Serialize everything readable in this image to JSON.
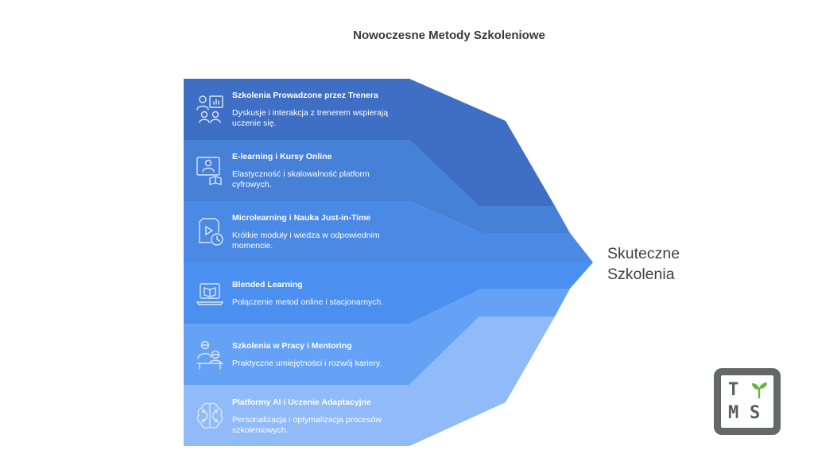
{
  "title": "Nowoczesne Metody Szkoleniowe",
  "outcome": {
    "line1": "Skuteczne",
    "line2": "Szkolenia"
  },
  "items": [
    {
      "title": "Szkolenia Prowadzone przez Trenera",
      "desc_line1": "Dyskusje i interakcja z trenerem wspierają",
      "desc_line2": "uczenie się.",
      "icon": "trainer-presentation-icon",
      "color": "#3e6fc4"
    },
    {
      "title": "E-learning i Kursy Online",
      "desc_line1": "Elastyczność i skalowalność platform",
      "desc_line2": "cyfrowych.",
      "icon": "online-course-icon",
      "color": "#4680d7"
    },
    {
      "title": "Microlearning i Nauka Just-in-Time",
      "desc_line1": "Krótkie moduły i wiedza w odpowiednim",
      "desc_line2": "momencie.",
      "icon": "video-clock-icon",
      "color": "#4a89e4"
    },
    {
      "title": "Blended Learning",
      "desc_line1": "Połączenie metod online i stacjonarnych.",
      "desc_line2": "",
      "icon": "laptop-book-icon",
      "color": "#4b8ff0"
    },
    {
      "title": "Szkolenia w Pracy i Mentoring",
      "desc_line1": "Praktyczne umiejętności i rozwój kariery.",
      "desc_line2": "",
      "icon": "mentoring-icon",
      "color": "#65a2f6"
    },
    {
      "title": "Platformy AI i Uczenie Adaptacyjne",
      "desc_line1": "Personalizacja i optymalizacja procesów",
      "desc_line2": "szkoleniowych.",
      "icon": "ai-brain-icon",
      "color": "#90baf8"
    }
  ],
  "logo": {
    "letters": [
      "T",
      "M",
      "S"
    ],
    "sprout_color": "#63b83a"
  }
}
